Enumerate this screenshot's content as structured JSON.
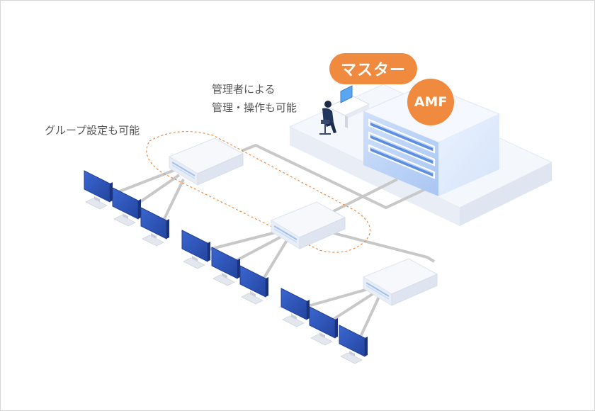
{
  "diagram": {
    "labels": {
      "admin_line1": "管理者による",
      "admin_line2": "管理・操作も可能",
      "group_setting": "グループ設定も可能",
      "master_badge": "マスター",
      "amf_badge": "AMF"
    },
    "colors": {
      "accent_orange": "#f08a3e",
      "monitor_blue": "#2f55b8",
      "cable_gray": "#c8c8c8",
      "server_blue": "#8fb6f0",
      "group_outline": "#f08a3e"
    },
    "icons": {
      "server": "server-rack-icon",
      "switch": "network-switch-icon",
      "monitor": "desktop-monitor-icon",
      "admin": "admin-person-icon"
    }
  }
}
